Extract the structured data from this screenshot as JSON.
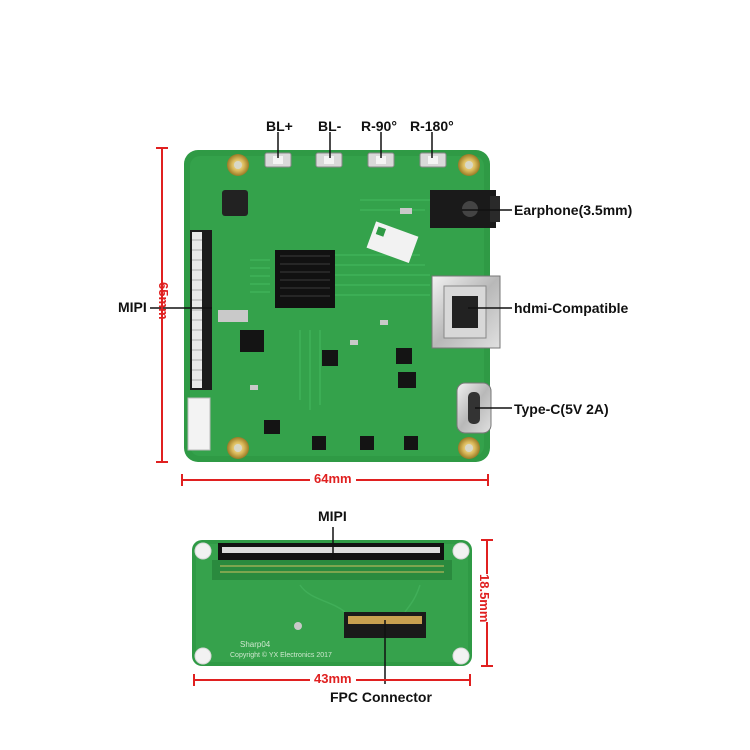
{
  "board1": {
    "button_labels": [
      "BL+",
      "BL-",
      "R-90°",
      "R-180°"
    ],
    "mipi_label": "MIPI",
    "earphone_label": "Earphone(3.5mm)",
    "hdmi_label": "hdmi-Compatible",
    "typec_label": "Type-C(5V 2A)",
    "height_dim": "65mm",
    "width_dim": "64mm"
  },
  "board2": {
    "mipi_label": "MIPI",
    "fpc_label": "FPC Connector",
    "height_dim": "18.5mm",
    "width_dim": "43mm",
    "silk_line1": "Sharp04",
    "silk_line2": "Copyright © YX Electronics 2017"
  },
  "colors": {
    "pcb": "#2f9a45",
    "pcb_dark": "#1f7a33",
    "dimension": "#e02020",
    "label": "#111111"
  }
}
